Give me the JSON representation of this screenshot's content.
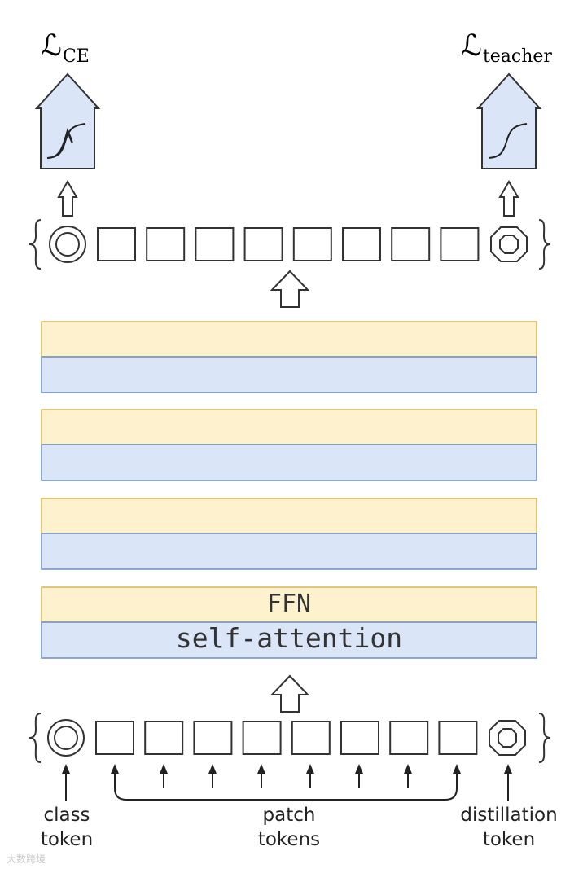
{
  "losses": {
    "ce_symbol": "ℒ",
    "ce_sub": "CE",
    "teacher_symbol": "ℒ",
    "teacher_sub": "teacher"
  },
  "layers": {
    "ffn_label": "FFN",
    "attention_label": "self-attention",
    "count": 4,
    "ffn_color": "#fdf2cd",
    "ffn_border": "#d6b656",
    "attention_color": "#dae5f8",
    "attention_border": "#6c8ebf"
  },
  "tokens": {
    "class_label_line1": "class",
    "class_label_line2": "token",
    "patch_label_line1": "patch",
    "patch_label_line2": "tokens",
    "distill_label_line1": "distillation",
    "distill_label_line2": "token",
    "patch_count": 8
  },
  "icons": {
    "class_token": "double-circle-icon",
    "distill_token": "octagon-icon",
    "loss_head": "sigmoid-arrow-icon"
  },
  "colors": {
    "head_fill": "#dae5f8",
    "line": "#333333"
  },
  "watermark": "大数跨境"
}
